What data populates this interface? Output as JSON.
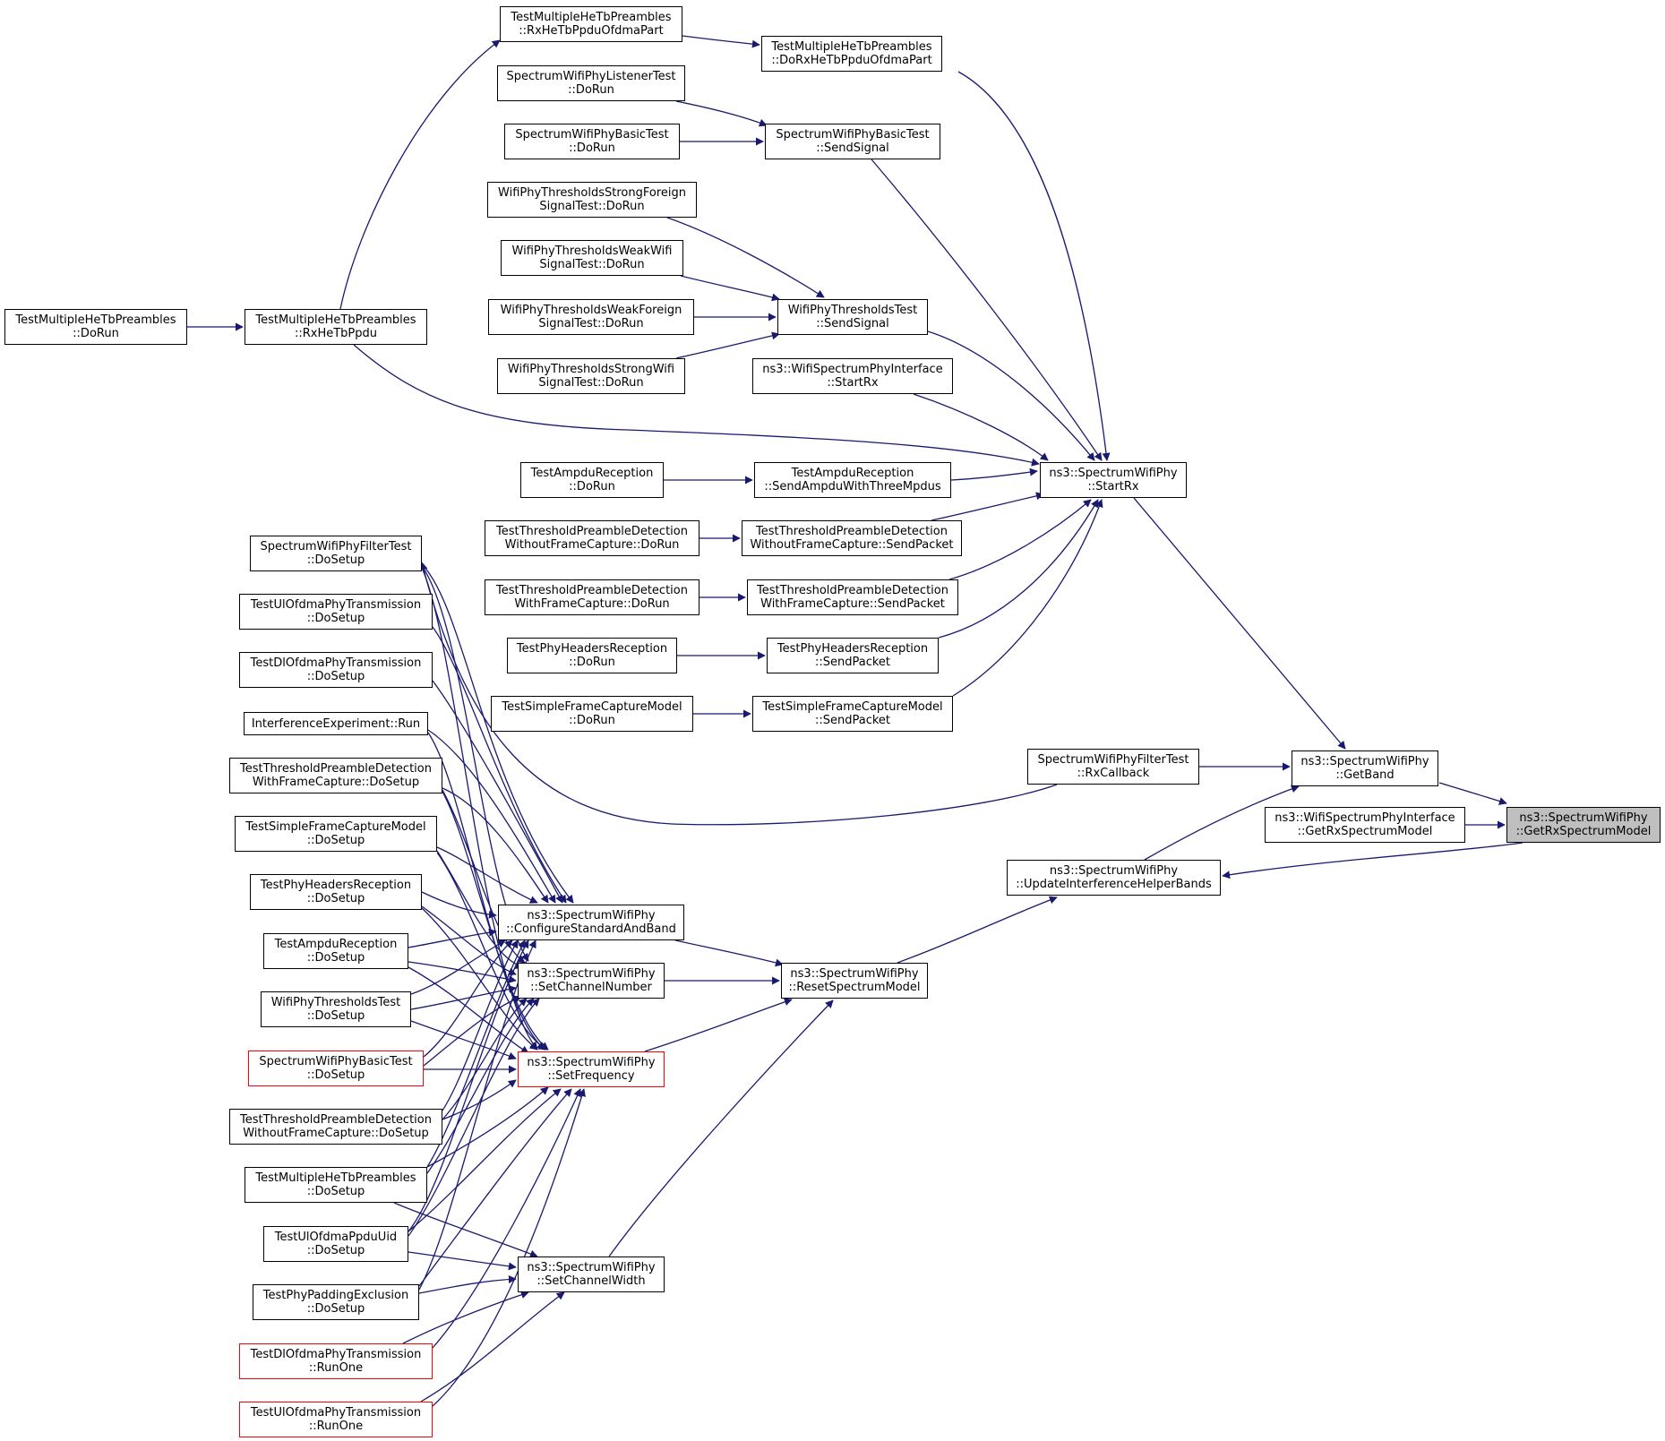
{
  "colors": {
    "edge": "#191970",
    "node_border": "#000000",
    "truncated_border": "#ff0000",
    "root_fill": "#bfbfbf",
    "background": "#ffffff"
  },
  "nodes": {
    "getrx": {
      "l1": "ns3::SpectrumWifiPhy",
      "l2": "::GetRxSpectrumModel",
      "red": false
    },
    "getband": {
      "l1": "ns3::SpectrumWifiPhy",
      "l2": "::GetBand",
      "red": false
    },
    "getrxiface": {
      "l1": "ns3::WifiSpectrumPhyInterface",
      "l2": "::GetRxSpectrumModel",
      "red": false
    },
    "updbands": {
      "l1": "ns3::SpectrumWifiPhy",
      "l2": "::UpdateInterferenceHelperBands",
      "red": false
    },
    "startrx": {
      "l1": "ns3::SpectrumWifiPhy",
      "l2": "::StartRx",
      "red": false
    },
    "rxcb": {
      "l1": "SpectrumWifiPhyFilterTest",
      "l2": "::RxCallback",
      "red": false
    },
    "resetsm": {
      "l1": "ns3::SpectrumWifiPhy",
      "l2": "::ResetSpectrumModel",
      "red": false
    },
    "dorxhetb": {
      "l1": "TestMultipleHeTbPreambles",
      "l2": "::DoRxHeTbPpduOfdmaPart",
      "red": false
    },
    "basicsend": {
      "l1": "SpectrumWifiPhyBasicTest",
      "l2": "::SendSignal",
      "red": false
    },
    "thrsend": {
      "l1": "WifiPhyThresholdsTest",
      "l2": "::SendSignal",
      "red": false
    },
    "ifacestartrx": {
      "l1": "ns3::WifiSpectrumPhyInterface",
      "l2": "::StartRx",
      "red": false
    },
    "ampdusend": {
      "l1": "TestAmpduReception",
      "l2": "::SendAmpduWithThreeMpdus",
      "red": false
    },
    "tpdwo_send": {
      "l1": "TestThresholdPreambleDetection",
      "l2": "WithoutFrameCapture::SendPacket",
      "red": false
    },
    "tpdw_send": {
      "l1": "TestThresholdPreambleDetection",
      "l2": "WithFrameCapture::SendPacket",
      "red": false
    },
    "phyhdr_send": {
      "l1": "TestPhyHeadersReception",
      "l2": "::SendPacket",
      "red": false
    },
    "sfcm_send": {
      "l1": "TestSimpleFrameCaptureModel",
      "l2": "::SendPacket",
      "red": false
    },
    "rxhetbofdma": {
      "l1": "TestMultipleHeTbPreambles",
      "l2": "::RxHeTbPpduOfdmaPart",
      "red": false
    },
    "listener": {
      "l1": "SpectrumWifiPhyListenerTest",
      "l2": "::DoRun",
      "red": false
    },
    "basicrun": {
      "l1": "SpectrumWifiPhyBasicTest",
      "l2": "::DoRun",
      "red": false
    },
    "strongforeign": {
      "l1": "WifiPhyThresholdsStrongForeign",
      "l2": "SignalTest::DoRun",
      "red": false
    },
    "weakwifi": {
      "l1": "WifiPhyThresholdsWeakWifi",
      "l2": "SignalTest::DoRun",
      "red": false
    },
    "weakforeign": {
      "l1": "WifiPhyThresholdsWeakForeign",
      "l2": "SignalTest::DoRun",
      "red": false
    },
    "strongwifi": {
      "l1": "WifiPhyThresholdsStrongWifi",
      "l2": "SignalTest::DoRun",
      "red": false
    },
    "rxhetb": {
      "l1": "TestMultipleHeTbPreambles",
      "l2": "::RxHeTbPpdu",
      "red": false
    },
    "hetbrun": {
      "l1": "TestMultipleHeTbPreambles",
      "l2": "::DoRun",
      "red": false
    },
    "ampdurun": {
      "l1": "TestAmpduReception",
      "l2": "::DoRun",
      "red": false
    },
    "tpdwo_run": {
      "l1": "TestThresholdPreambleDetection",
      "l2": "WithoutFrameCapture::DoRun",
      "red": false
    },
    "tpdw_run": {
      "l1": "TestThresholdPreambleDetection",
      "l2": "WithFrameCapture::DoRun",
      "red": false
    },
    "phyhdr_run": {
      "l1": "TestPhyHeadersReception",
      "l2": "::DoRun",
      "red": false
    },
    "sfcm_run": {
      "l1": "TestSimpleFrameCaptureModel",
      "l2": "::DoRun",
      "red": false
    },
    "configstd": {
      "l1": "ns3::SpectrumWifiPhy",
      "l2": "::ConfigureStandardAndBand",
      "red": false
    },
    "setchnum": {
      "l1": "ns3::SpectrumWifiPhy",
      "l2": "::SetChannelNumber",
      "red": false
    },
    "setfreq": {
      "l1": "ns3::SpectrumWifiPhy",
      "l2": "::SetFrequency",
      "red": true
    },
    "setchwidth": {
      "l1": "ns3::SpectrumWifiPhy",
      "l2": "::SetChannelWidth",
      "red": false
    },
    "filtersetup": {
      "l1": "SpectrumWifiPhyFilterTest",
      "l2": "::DoSetup",
      "red": false
    },
    "ulofdmasetup": {
      "l1": "TestUlOfdmaPhyTransmission",
      "l2": "::DoSetup",
      "red": false
    },
    "dlofdmasetup": {
      "l1": "TestDlOfdmaPhyTransmission",
      "l2": "::DoSetup",
      "red": false
    },
    "interfrun": {
      "l1": "InterferenceExperiment::Run",
      "l2": "",
      "red": false
    },
    "tpdw_setup": {
      "l1": "TestThresholdPreambleDetection",
      "l2": "WithFrameCapture::DoSetup",
      "red": false
    },
    "sfcm_setup": {
      "l1": "TestSimpleFrameCaptureModel",
      "l2": "::DoSetup",
      "red": false
    },
    "phyhdr_setup": {
      "l1": "TestPhyHeadersReception",
      "l2": "::DoSetup",
      "red": false
    },
    "ampdu_setup": {
      "l1": "TestAmpduReception",
      "l2": "::DoSetup",
      "red": false
    },
    "thr_setup": {
      "l1": "WifiPhyThresholdsTest",
      "l2": "::DoSetup",
      "red": false
    },
    "basic_setup": {
      "l1": "SpectrumWifiPhyBasicTest",
      "l2": "::DoSetup",
      "red": true
    },
    "tpdwo_setup": {
      "l1": "TestThresholdPreambleDetection",
      "l2": "WithoutFrameCapture::DoSetup",
      "red": false
    },
    "hetb_setup": {
      "l1": "TestMultipleHeTbPreambles",
      "l2": "::DoSetup",
      "red": false
    },
    "ulppdu_setup": {
      "l1": "TestUlOfdmaPpduUid",
      "l2": "::DoSetup",
      "red": false
    },
    "padding_setup": {
      "l1": "TestPhyPaddingExclusion",
      "l2": "::DoSetup",
      "red": false
    },
    "dlrunone": {
      "l1": "TestDlOfdmaPhyTransmission",
      "l2": "::RunOne",
      "red": true
    },
    "ulrunone": {
      "l1": "TestUlOfdmaPhyTransmission",
      "l2": "::RunOne",
      "red": true
    }
  }
}
